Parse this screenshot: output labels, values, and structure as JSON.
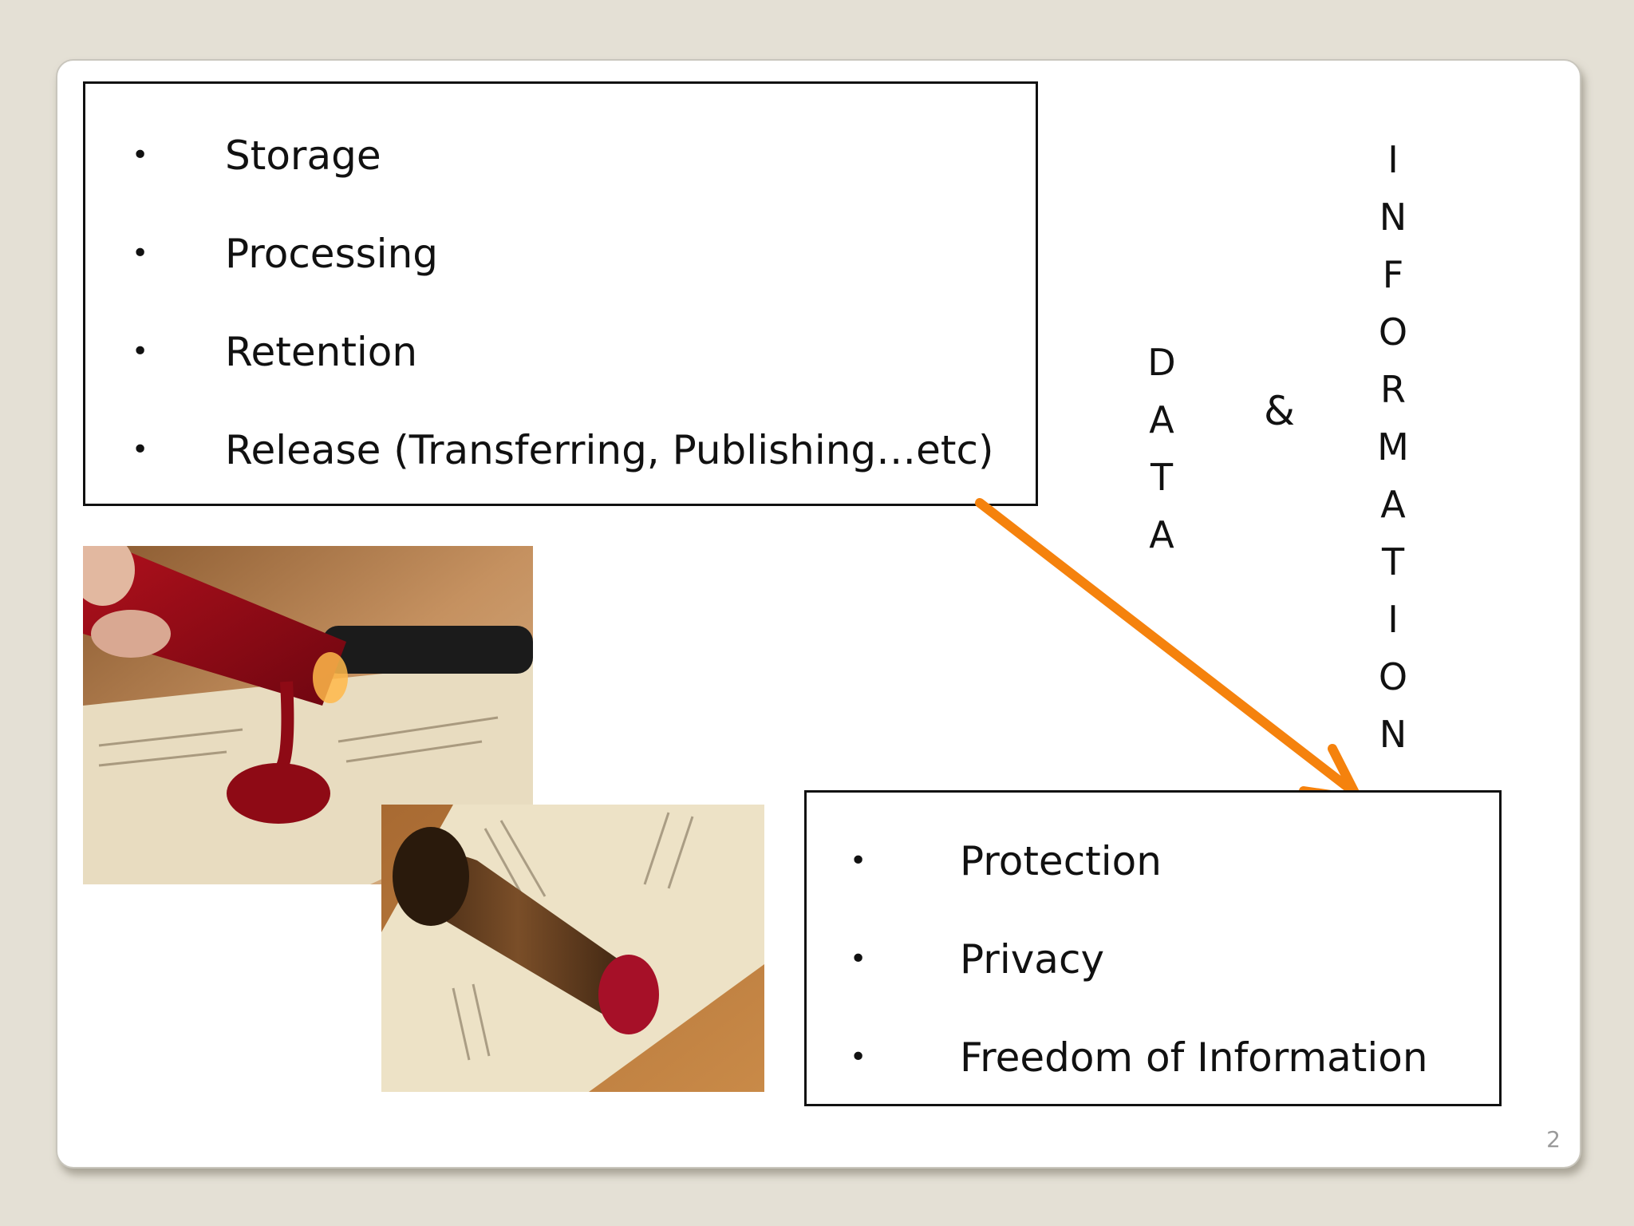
{
  "top_list": [
    "Storage",
    "Processing",
    "Retention",
    "Release (Transferring, Publishing…etc)"
  ],
  "bottom_list": [
    "Protection",
    "Privacy",
    "Freedom of Information"
  ],
  "bullet_char": "•",
  "vertical_left": [
    "D",
    "A",
    "T",
    "A"
  ],
  "ampersand": "&",
  "vertical_right": [
    "I",
    "N",
    "F",
    "O",
    "R",
    "M",
    "A",
    "T",
    "I",
    "O",
    "N"
  ],
  "page_number": "2",
  "colors": {
    "arrow": "#f5820d",
    "background": "#e4e0d5"
  }
}
